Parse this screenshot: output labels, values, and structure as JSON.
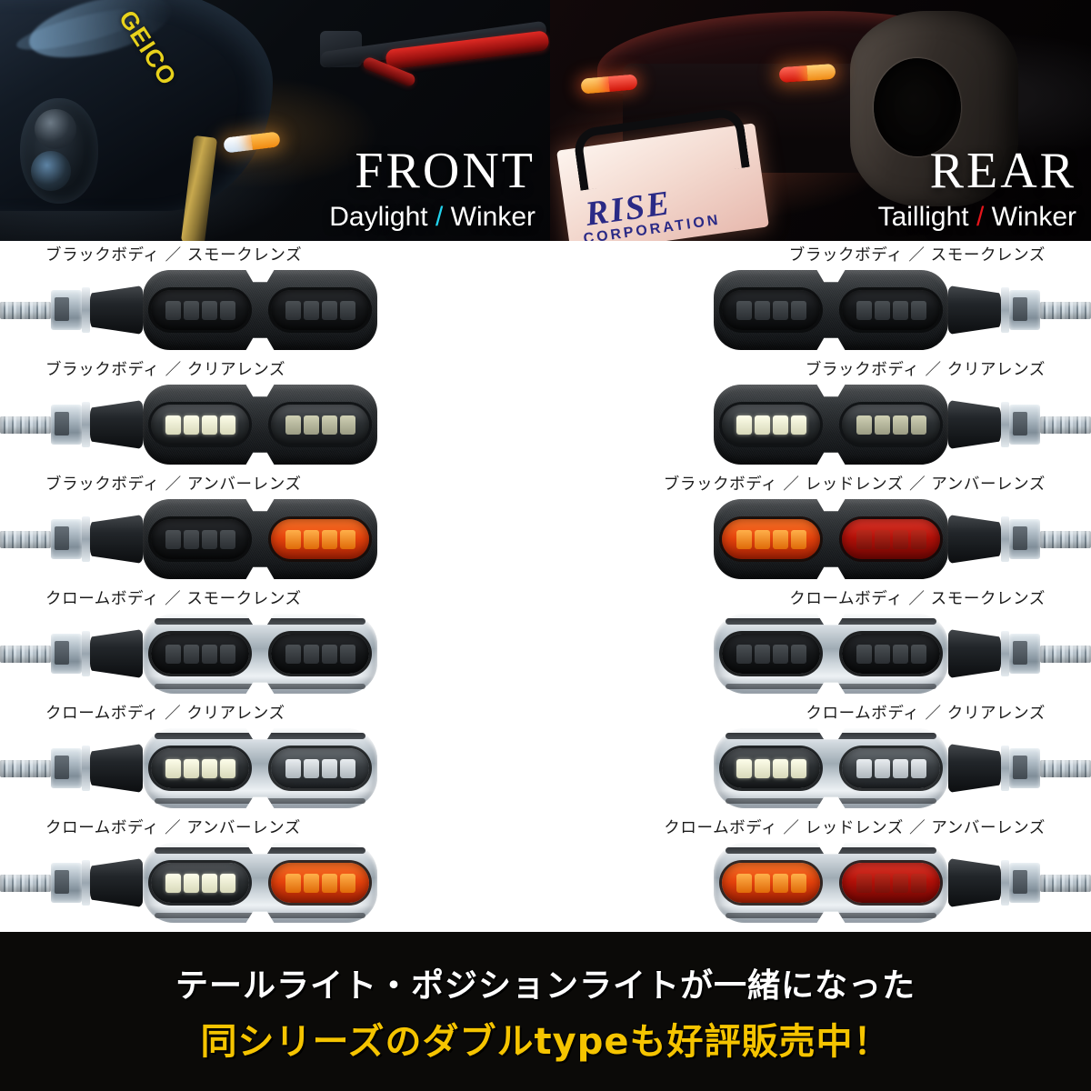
{
  "header": {
    "front": {
      "title": "FRONT",
      "sub_left": "Daylight",
      "separator": "/",
      "sub_right": "Winker",
      "separator_color": "#22d3ee",
      "fairing_brand": "GEICO"
    },
    "rear": {
      "title": "REAR",
      "sub_left": "Taillight",
      "separator": "/",
      "sub_right": "Winker",
      "separator_color": "#e5151b",
      "plate_brand": "RISE",
      "plate_brand_sub": "CORPORATION"
    }
  },
  "variants": {
    "front_column": [
      {
        "label": "ブラックボディ ／ スモークレンズ",
        "body": "black",
        "lens_left": "smoke",
        "lens_right": "smoke"
      },
      {
        "label": "ブラックボディ ／ クリアレンズ",
        "body": "black",
        "lens_left": "clear",
        "lens_right": "clear"
      },
      {
        "label": "ブラックボディ ／ アンバーレンズ",
        "body": "black",
        "lens_left": "smoke",
        "lens_right": "amber"
      },
      {
        "label": "クロームボディ ／ スモークレンズ",
        "body": "chrome",
        "lens_left": "smoke",
        "lens_right": "smoke"
      },
      {
        "label": "クロームボディ ／ クリアレンズ",
        "body": "chrome",
        "lens_left": "clear",
        "lens_right": "clear"
      },
      {
        "label": "クロームボディ ／ アンバーレンズ",
        "body": "chrome",
        "lens_left": "clear",
        "lens_right": "amber"
      }
    ],
    "rear_column": [
      {
        "label": "ブラックボディ ／ スモークレンズ",
        "body": "black",
        "lens_left": "smoke",
        "lens_right": "smoke"
      },
      {
        "label": "ブラックボディ ／ クリアレンズ",
        "body": "black",
        "lens_left": "clear",
        "lens_right": "clear"
      },
      {
        "label": "ブラックボディ ／ レッドレンズ ／ アンバーレンズ",
        "body": "black",
        "lens_left": "amber",
        "lens_right": "red"
      },
      {
        "label": "クロームボディ ／ スモークレンズ",
        "body": "chrome",
        "lens_left": "smoke",
        "lens_right": "smoke"
      },
      {
        "label": "クロームボディ ／ クリアレンズ",
        "body": "chrome",
        "lens_left": "clear",
        "lens_right": "clear"
      },
      {
        "label": "クロームボディ ／ レッドレンズ ／ アンバーレンズ",
        "body": "chrome",
        "lens_left": "amber",
        "lens_right": "red"
      }
    ]
  },
  "footer": {
    "line1": "テールライト・ポジションライトが一緒になった",
    "line2": "同シリーズのダブルtypeも好評販売中！",
    "line1_color": "#ffffff",
    "line2_color": "#f5c400",
    "background_color": "#0b0a08"
  }
}
